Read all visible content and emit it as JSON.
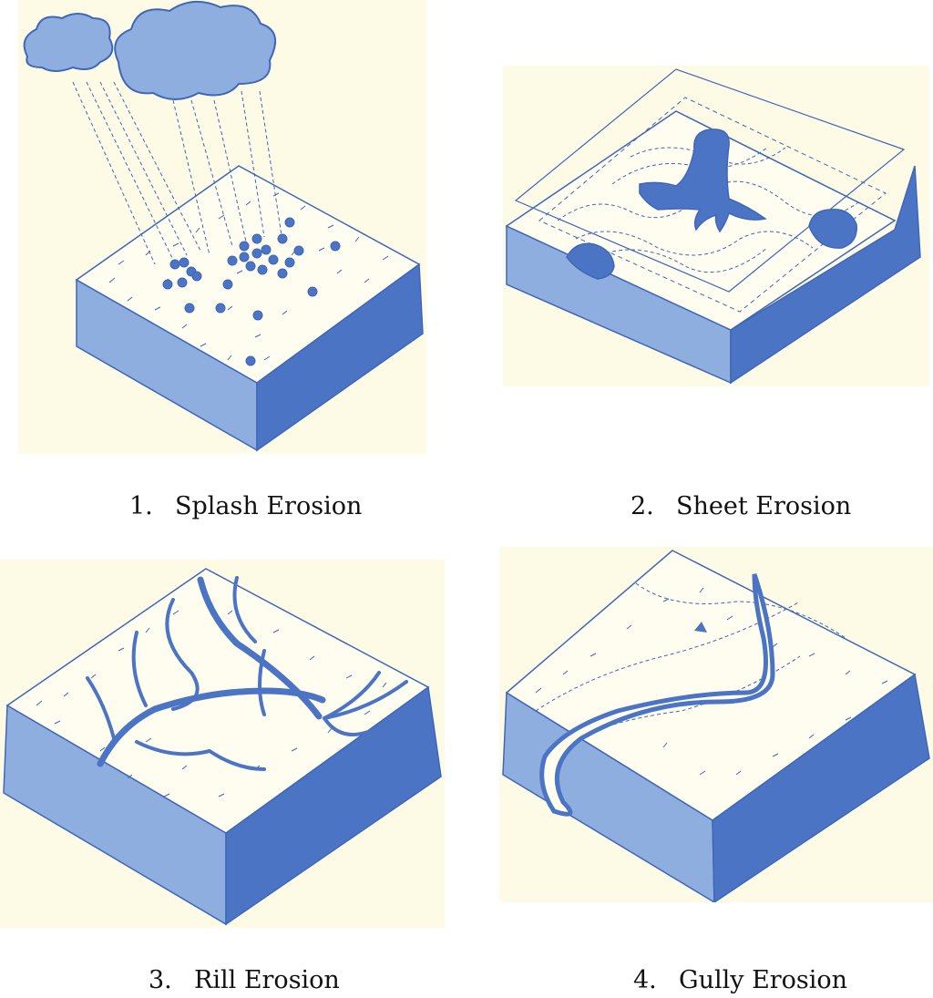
{
  "captions": [
    {
      "num": "1.",
      "label": "Splash Erosion"
    },
    {
      "num": "2.",
      "label": "Sheet Erosion"
    },
    {
      "num": "3.",
      "label": "Rill Erosion"
    },
    {
      "num": "4.",
      "label": "Gully Erosion"
    }
  ],
  "colors": {
    "background_panel": "#fdfbe6",
    "top_surface": "#fefdf0",
    "side_light": "#8eaedf",
    "side_dark": "#4b74c5",
    "stroke": "#3f67b8"
  }
}
